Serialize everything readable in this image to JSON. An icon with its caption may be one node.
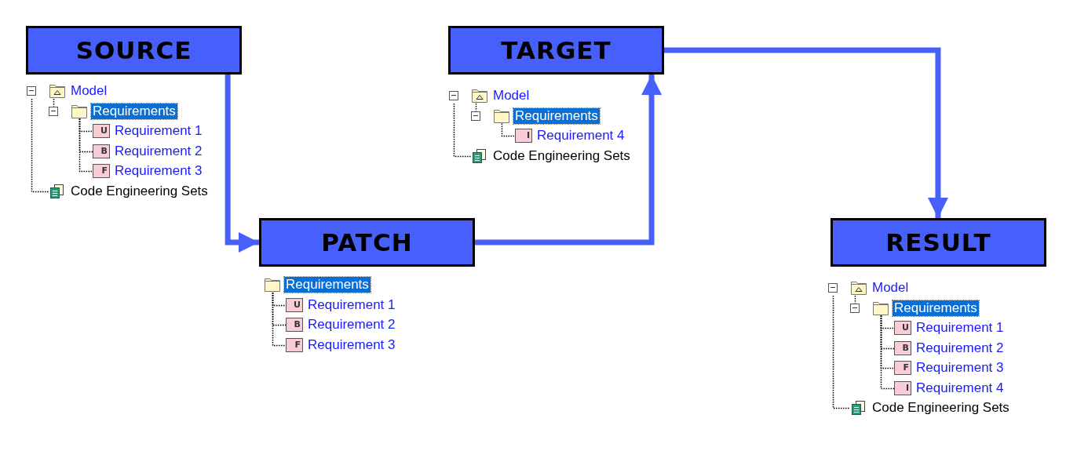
{
  "diagram": {
    "nodes": [
      {
        "text": [
          "SOURCE"
        ]
      },
      {
        "text": [
          "Model"
        ]
      },
      {
        "text": [
          "Requirements"
        ]
      },
      {
        "text": [
          "U",
          "Requirement 1"
        ]
      },
      {
        "text": [
          "B",
          "Requirement 2"
        ]
      },
      {
        "text": [
          "F",
          "Requirement 3"
        ]
      },
      {
        "text": [
          "Code Engineering Sets"
        ]
      },
      {
        "text": [
          "PATCH"
        ]
      },
      {
        "text": [
          "Requirements"
        ]
      },
      {
        "text": [
          "U",
          "Requirement 1"
        ]
      },
      {
        "text": [
          "B",
          "Requirement 2"
        ]
      },
      {
        "text": [
          "F",
          "Requirement 3"
        ]
      },
      {
        "text": [
          "TARGET"
        ]
      },
      {
        "text": [
          "Model"
        ]
      },
      {
        "text": [
          "Requirements"
        ]
      },
      {
        "text": [
          "I",
          "Requirement 4"
        ]
      },
      {
        "text": [
          "Code Engineering Sets"
        ]
      },
      {
        "text": [
          "RESULT"
        ]
      },
      {
        "text": [
          "Model"
        ]
      },
      {
        "text": [
          "Requirements"
        ]
      },
      {
        "text": [
          "U",
          "Requirement 1"
        ]
      },
      {
        "text": [
          "B",
          "Requirement 2"
        ]
      },
      {
        "text": [
          "F",
          "Requirement 3"
        ]
      },
      {
        "text": [
          "I",
          "Requirement 4"
        ]
      },
      {
        "text": [
          "Code Engineering Sets"
        ]
      }
    ],
    "edges": [
      {
        "from": 0,
        "to": 7,
        "arrow": "to",
        "style": "thick",
        "color": "#4760fb"
      },
      {
        "from": 7,
        "to": 12,
        "arrow": "to",
        "style": "thick",
        "color": "#4760fb"
      },
      {
        "from": 12,
        "to": 17,
        "arrow": "to",
        "style": "thick",
        "color": "#4760fb"
      },
      {
        "from": 1,
        "to": 2,
        "arrow": "none",
        "style": "dashed"
      },
      {
        "from": 2,
        "to": 3,
        "arrow": "none",
        "style": "dashed"
      },
      {
        "from": 2,
        "to": 4,
        "arrow": "none",
        "style": "dashed"
      },
      {
        "from": 2,
        "to": 5,
        "arrow": "none",
        "style": "dashed"
      },
      {
        "from": 1,
        "to": 6,
        "arrow": "none",
        "style": "dashed"
      },
      {
        "from": 8,
        "to": 9,
        "arrow": "none",
        "style": "dashed"
      },
      {
        "from": 8,
        "to": 10,
        "arrow": "none",
        "style": "dashed"
      },
      {
        "from": 8,
        "to": 11,
        "arrow": "none",
        "style": "dashed"
      },
      {
        "from": 13,
        "to": 14,
        "arrow": "none",
        "style": "dashed"
      },
      {
        "from": 14,
        "to": 15,
        "arrow": "none",
        "style": "dashed"
      },
      {
        "from": 13,
        "to": 16,
        "arrow": "none",
        "style": "dashed"
      },
      {
        "from": 18,
        "to": 19,
        "arrow": "none",
        "style": "dashed"
      },
      {
        "from": 19,
        "to": 20,
        "arrow": "none",
        "style": "dashed"
      },
      {
        "from": 19,
        "to": 21,
        "arrow": "none",
        "style": "dashed"
      },
      {
        "from": 19,
        "to": 22,
        "arrow": "none",
        "style": "dashed"
      },
      {
        "from": 19,
        "to": 23,
        "arrow": "none",
        "style": "dashed"
      },
      {
        "from": 18,
        "to": 24,
        "arrow": "none",
        "style": "dashed"
      }
    ]
  }
}
